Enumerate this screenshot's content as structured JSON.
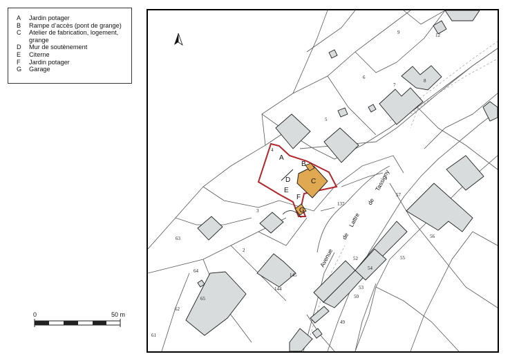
{
  "legend": {
    "items": [
      {
        "key": "A",
        "text": "Jardin potager"
      },
      {
        "key": "B",
        "text": "Rampe d’accès (pont de grange)"
      },
      {
        "key": "C",
        "text": "Atelier de fabrication, logement, grange"
      },
      {
        "key": "D",
        "text": "Mur de soutènement"
      },
      {
        "key": "E",
        "text": "Citerne"
      },
      {
        "key": "F",
        "text": "Jardin potager"
      },
      {
        "key": "G",
        "text": "Garage"
      }
    ]
  },
  "scale": {
    "start": "0",
    "end": "50 m"
  },
  "map": {
    "street_words": [
      "Avenue",
      "de",
      "Lattre",
      "de",
      "Tassigny"
    ],
    "parcel_numbers": [
      "9",
      "12",
      "6",
      "7",
      "8",
      "5",
      "4",
      "3",
      "137",
      "57",
      "56",
      "55",
      "63",
      "2",
      "52",
      "54",
      "145",
      "144",
      "64",
      "65",
      "53",
      "50",
      "62",
      "49",
      "61"
    ],
    "site_letters": [
      "A",
      "B",
      "C",
      "D",
      "E",
      "F",
      "G"
    ],
    "colors": {
      "highlight": "#e0a850",
      "boundary": "#b3262b",
      "building": "#d9dcdd"
    }
  }
}
